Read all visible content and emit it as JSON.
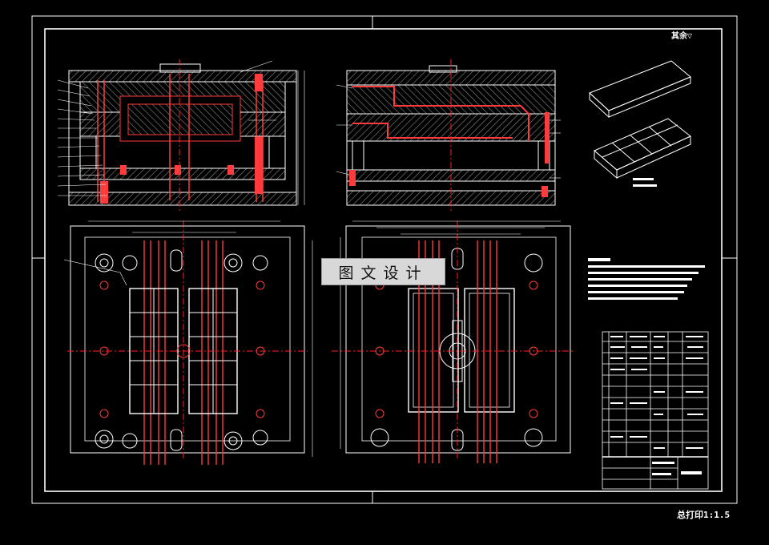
{
  "watermark": "图文设计",
  "corner_note": "其余▽",
  "scale_note": "总打印1:1.5",
  "colors": {
    "background": "#000000",
    "line": "#ffffff",
    "section": "#ff3b3b",
    "centerline": "#ff2020",
    "hatch": "#9a9a9a"
  }
}
